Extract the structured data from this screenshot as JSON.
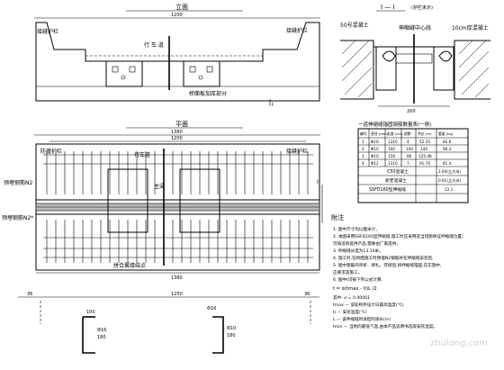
{
  "elevation": {
    "title": "立面",
    "dim_top": "1200",
    "left_label": "接缝护栏",
    "center_label": "行 车 道",
    "right_label": "接缝护栏",
    "bottom_label": "桥面板加厚部分",
    "section_marker": "I"
  },
  "plan": {
    "title": "平面",
    "dim_top_total": "1380",
    "dim_top_inner": "1200",
    "label_left_top": "防撞护栏",
    "label_center_top": "行车道",
    "label_right_top": "接缝护栏",
    "label_center": "主梁",
    "label_n2": "预埋钢筋N2",
    "label_n2_star": "预埋钢筋N2*",
    "label_bottom": "拼合翼缘结点",
    "dim_bottom": "1380",
    "section_marker": "I"
  },
  "section": {
    "title": "I — I",
    "subtitle": "(护栏未示)",
    "label_concrete": "50号混凝土",
    "label_center": "伸缩缝中心线",
    "label_right": "10cm厚混凝土",
    "dim_bottom": "200"
  },
  "table": {
    "title": "一道伸缩缝锚固钢筋数量表(一侧)",
    "headers": [
      "编号",
      "直径 (mm)",
      "长度 (cm)",
      "根数",
      "共长 (m)",
      "重量 (kg)"
    ],
    "rows": [
      [
        "1",
        "Φ16",
        "1310",
        "4",
        "52.35",
        "82.6"
      ],
      [
        "2",
        "Φ10",
        "100",
        "140",
        "140",
        "96.3"
      ],
      [
        "3",
        "Φ10",
        "156",
        "80",
        "125.48",
        ""
      ],
      [
        "4",
        "Φ12",
        "1310",
        "7",
        "91.70",
        "81.4"
      ]
    ],
    "c50_label": "C50混凝土",
    "c50_value": "2.64(立方米)",
    "new_label": "新老混凝土",
    "new_value": "0.61(立方米)",
    "ssfd_label": "SSFD160型伸缩缝",
    "ssfd_value": "12.1"
  },
  "notes": {
    "title": "附注",
    "lines": [
      "1. 图中尺寸均以厘米计。",
      "2. 本图采用SSFD160型伸缩缝,施工时应采用适当措施保证伸缩缝位置。",
      "   可按造商提供产品,需要由厂家提供。",
      "3. 伸缩缝长度为13.10米。",
      "4. 施工时,在桥面施工时预埋N2钢筋并在伸缩缝安装后,",
      "5. 图中钢筋的弯折、绑扎、焊接后,将伸缩缝锚固,在实施中,",
      "   应要求其施工。",
      "6. 图中t可按下列公式计算:",
      "   t = α(tmax - ti)L /2",
      "   其中: α = 0.00001",
      "   tmax — 该处构件设计日最高温度(℃)",
      "   ti — 安装温度(℃)",
      "   L — 该伸缩缝所承担的梁长(m)",
      "   tmin — 当地的最低气温,由本产品说明书选取安装温度。"
    ]
  },
  "details": {
    "bar1_dim_top": "100",
    "bar1_label": "Φ16",
    "bar1_dim": "180",
    "bar2_label": "Φ10",
    "bar2_dim_top": "Φ16",
    "bar2_dim": "180",
    "left_dim": "36",
    "mid_dim": "1250",
    "right_dim": "36"
  },
  "watermark": "zhulong.com"
}
